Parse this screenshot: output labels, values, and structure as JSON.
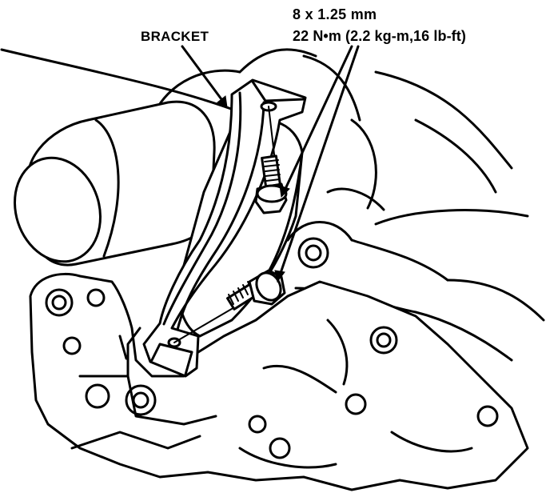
{
  "labels": {
    "part_name": "BRACKET",
    "bolt_size": "8 x 1.25 mm",
    "torque_spec": "22 N•m (2.2 kg-m,16 lb-ft)"
  },
  "colors": {
    "ink": "#000000",
    "paper": "#ffffff"
  }
}
